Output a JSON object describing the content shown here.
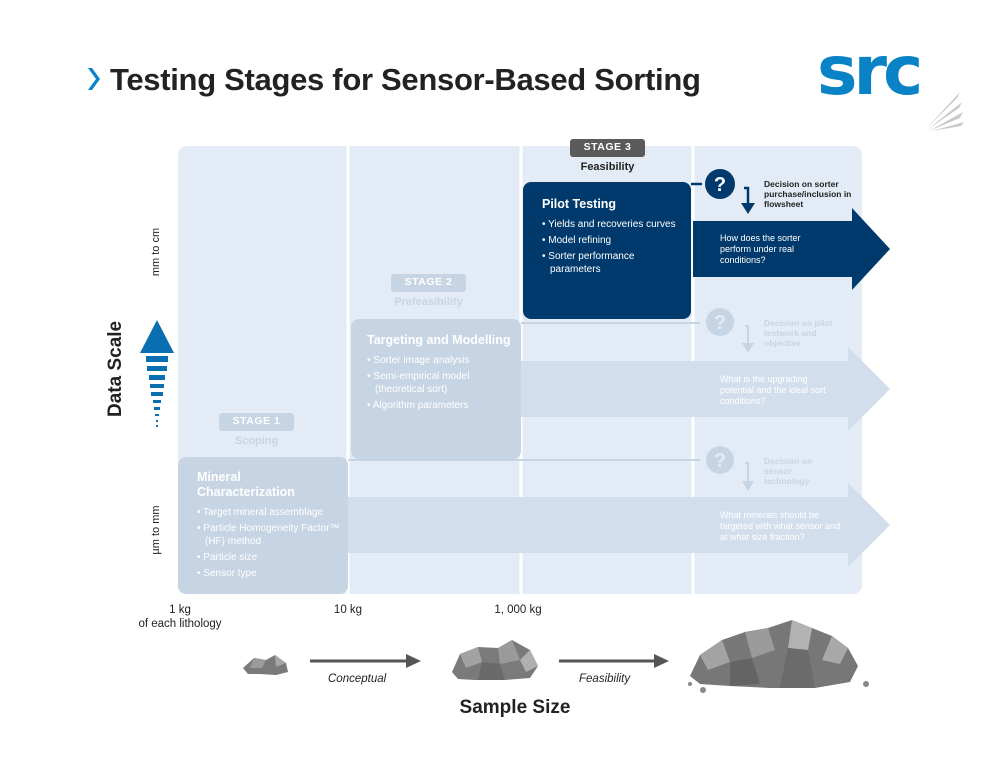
{
  "title": "Testing Stages for Sensor-Based Sorting",
  "logo_text": "src",
  "y_axis": {
    "label": "Data Scale",
    "top_label": "mm to cm",
    "bottom_label": "µm to mm"
  },
  "x_axis": {
    "label": "Sample Size",
    "ticks": [
      "1 kg",
      "of each lithology",
      "10 kg",
      "1, 000 kg"
    ],
    "progress": [
      "Conceptual",
      "Feasibility"
    ]
  },
  "stages": [
    {
      "badge": "STAGE 1",
      "name": "Scoping",
      "box_title": "Mineral Characterization",
      "items": [
        "Target mineral assemblage",
        "Particle Homogeneity Factor™ (HF) method",
        "Particle size",
        "Sensor type"
      ],
      "decision": "Decision on sensor technology",
      "question": "What minerals should be targeted with what sensor and at what size fraction?"
    },
    {
      "badge": "STAGE 2",
      "name": "Prefeasibility",
      "box_title": "Targeting and Modelling",
      "items": [
        "Sorter image analysis",
        "Semi-empirical model (theoretical sort)",
        "Algorithm parameters"
      ],
      "decision": "Decision on pilot testwork and objective",
      "question": "What is the upgrading potential and the ideal sort conditions?"
    },
    {
      "badge": "STAGE 3",
      "name": "Feasibility",
      "box_title": "Pilot Testing",
      "items": [
        "Yields and recoveries curves",
        "Model refining",
        "Sorter performance parameters"
      ],
      "decision": "Decision on sorter purchase/inclusion in flowsheet",
      "question": "How does the sorter perform under real conditions?"
    }
  ],
  "colors": {
    "panel": "#e3ecf6",
    "navy": "#003a6c",
    "light_box": "#c6d4e4",
    "faint_box": "#d3deec",
    "faint_text": "#a9bfd6",
    "badge3": "#5a5a5a",
    "brand_blue": "#0a82c6",
    "rock": "#777777"
  }
}
